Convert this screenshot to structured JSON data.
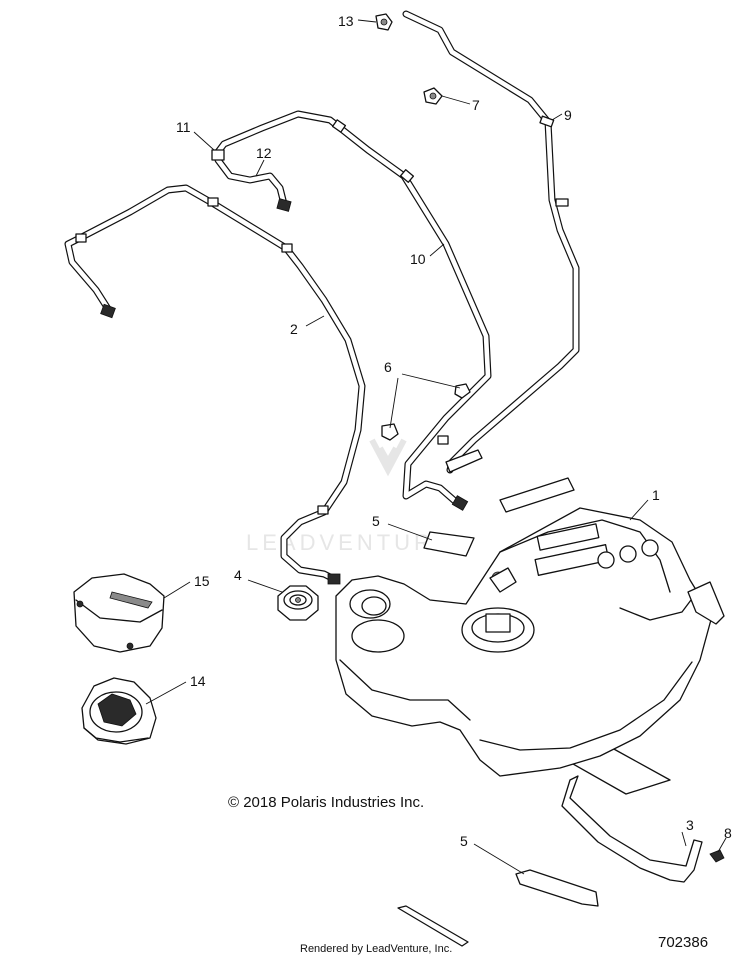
{
  "diagram": {
    "callouts": {
      "c1": "1",
      "c2": "2",
      "c3": "3",
      "c4": "4",
      "c5a": "5",
      "c5b": "5",
      "c6": "6",
      "c7": "7",
      "c8": "8",
      "c9": "9",
      "c10": "10",
      "c11": "11",
      "c12": "12",
      "c13": "13",
      "c14": "14",
      "c15": "15"
    },
    "watermark": "LEADVENTURE",
    "copyright": "© 2018 Polaris Industries Inc.",
    "rendered_by": "Rendered by LeadVenture, Inc.",
    "reference_number": "702386"
  }
}
